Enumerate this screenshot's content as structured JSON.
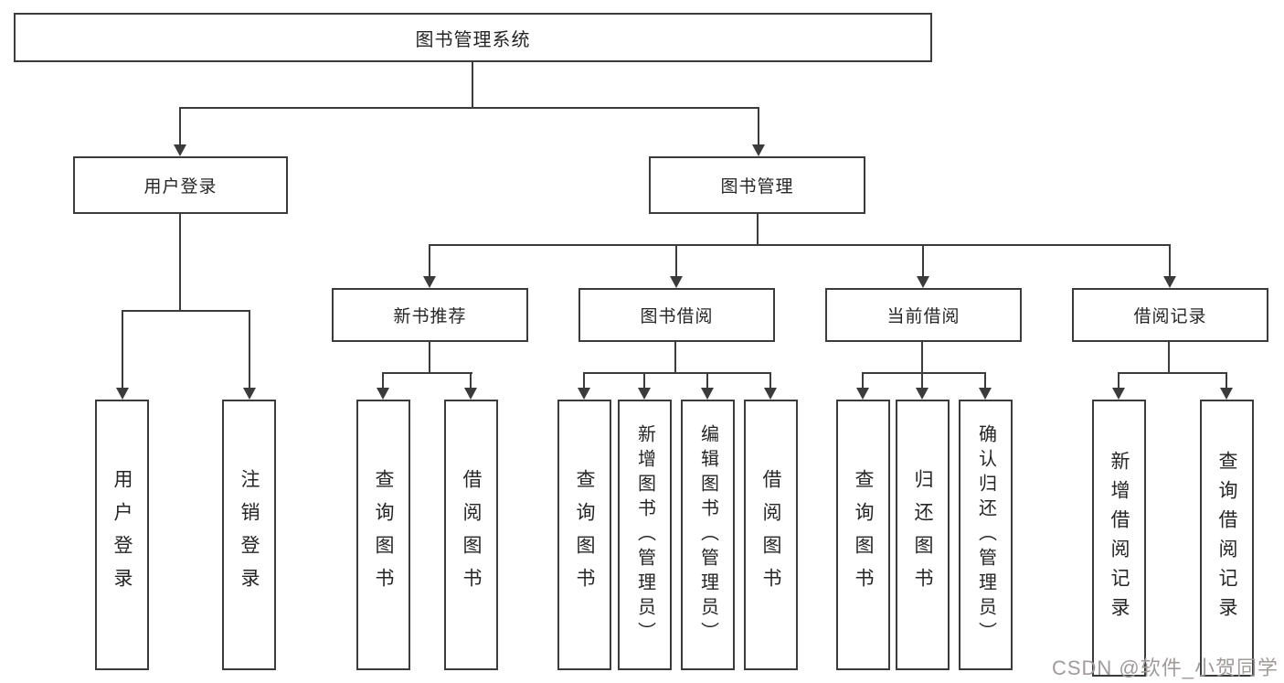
{
  "diagram": {
    "type": "hierarchy-tree",
    "nodes": {
      "root": "图书管理系统",
      "user_login": "用户登录",
      "book_mgmt": "图书管理",
      "new_book": "新书推荐",
      "book_borrow": "图书借阅",
      "current_borrow": "当前借阅",
      "borrow_record": "借阅记录",
      "ul_login": "用户登录",
      "ul_logout": "注销登录",
      "nb_query": "查询图书",
      "nb_borrow": "借阅图书",
      "bb_query": "查询图书",
      "bb_add": "新增图书（管理员）",
      "bb_edit": "编辑图书（管理员）",
      "bb_borrow": "借阅图书",
      "cb_query": "查询图书",
      "cb_return": "归还图书",
      "cb_confirm": "确认归还（管理员）",
      "br_add": "新增借阅记录",
      "br_query": "查询借阅记录"
    },
    "hierarchy": {
      "图书管理系统": {
        "用户登录": [
          "用户登录",
          "注销登录"
        ],
        "图书管理": {
          "新书推荐": [
            "查询图书",
            "借阅图书"
          ],
          "图书借阅": [
            "查询图书",
            "新增图书（管理员）",
            "编辑图书（管理员）",
            "借阅图书"
          ],
          "当前借阅": [
            "查询图书",
            "归还图书",
            "确认归还（管理员）"
          ],
          "借阅记录": [
            "新增借阅记录",
            "查询借阅记录"
          ]
        }
      }
    }
  },
  "watermark": "CSDN @软件_小贺同学",
  "colors": {
    "line": "#3b3b3b",
    "text": "#262626",
    "node_background": "#ffffff",
    "watermark": "#a09a9a",
    "page_background": "#ffffff"
  }
}
